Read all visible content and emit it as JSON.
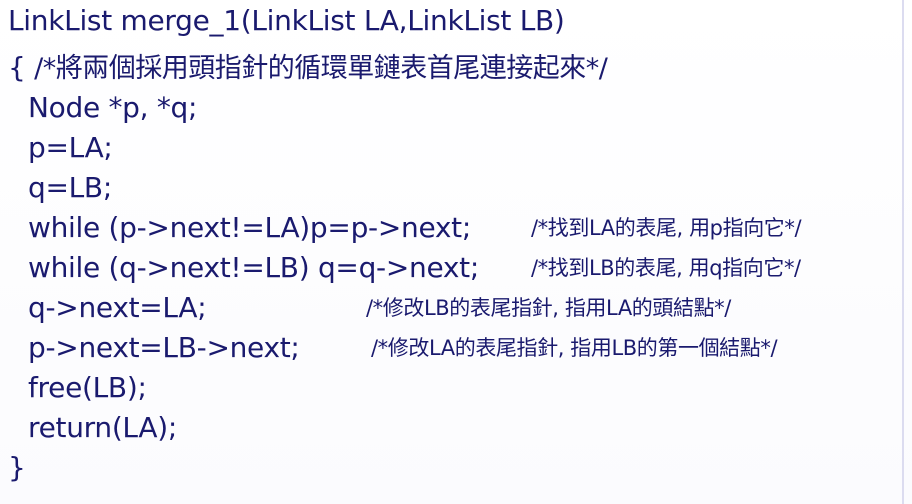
{
  "code": {
    "signature": "LinkList    merge_1(LinkList LA,LinkList LB)",
    "open_brace": "{ ",
    "header_comment": "/*將兩個採用頭指針的循環單鏈表首尾連接起來*/",
    "lines": [
      "Node *p, *q;",
      "p=LA;",
      "q=LB;",
      "while (p->next!=LA)p=p->next;",
      "while (q->next!=LB) q=q->next;",
      "q->next=LA;",
      "p->next=LB->next;",
      "free(LB);",
      "return(LA);"
    ],
    "close_brace": "}",
    "comments": {
      "find_la_tail": "/*找到LA的表尾, 用p指向它*/",
      "find_lb_tail": "/*找到LB的表尾, 用q指向它*/",
      "modify_lb_tail": "/*修改LB的表尾指針, 指用LA的頭結點*/",
      "modify_la_tail": "/*修改LA的表尾指針, 指用LB的第一個結點*/"
    }
  },
  "colors": {
    "text": "#1a1a6e",
    "background": "#ffffff"
  }
}
